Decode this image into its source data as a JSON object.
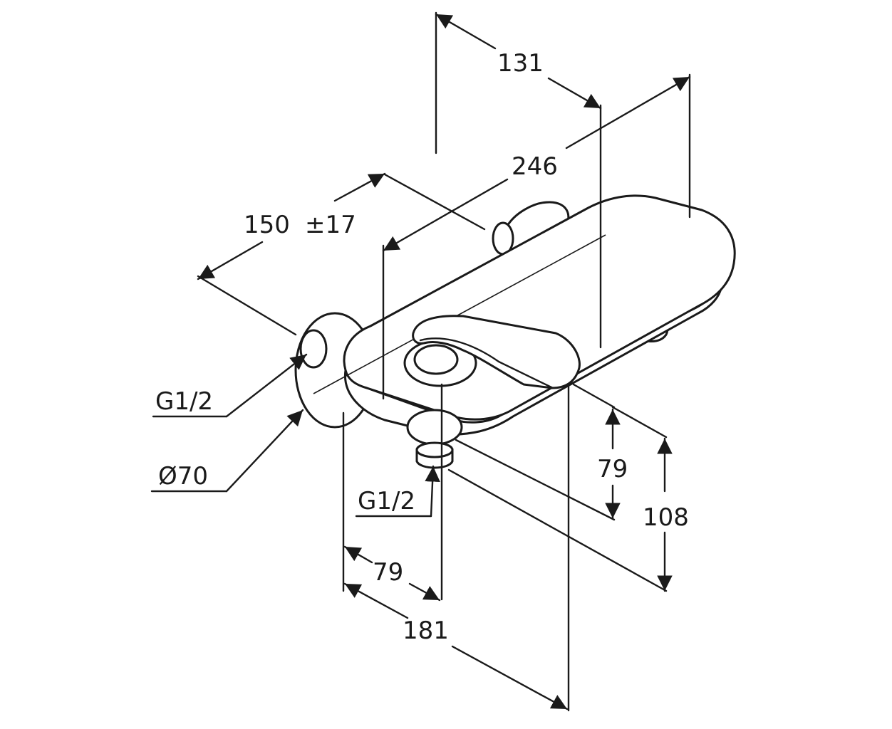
{
  "dimensions": {
    "d131": "131",
    "d246": "246",
    "d150": "150",
    "d17": "±17",
    "g_left": "G1/2",
    "dia70": "Ø70",
    "g_bottom": "G1/2",
    "d79_right": "79",
    "d108": "108",
    "d79_bottom": "79",
    "d181": "181"
  }
}
